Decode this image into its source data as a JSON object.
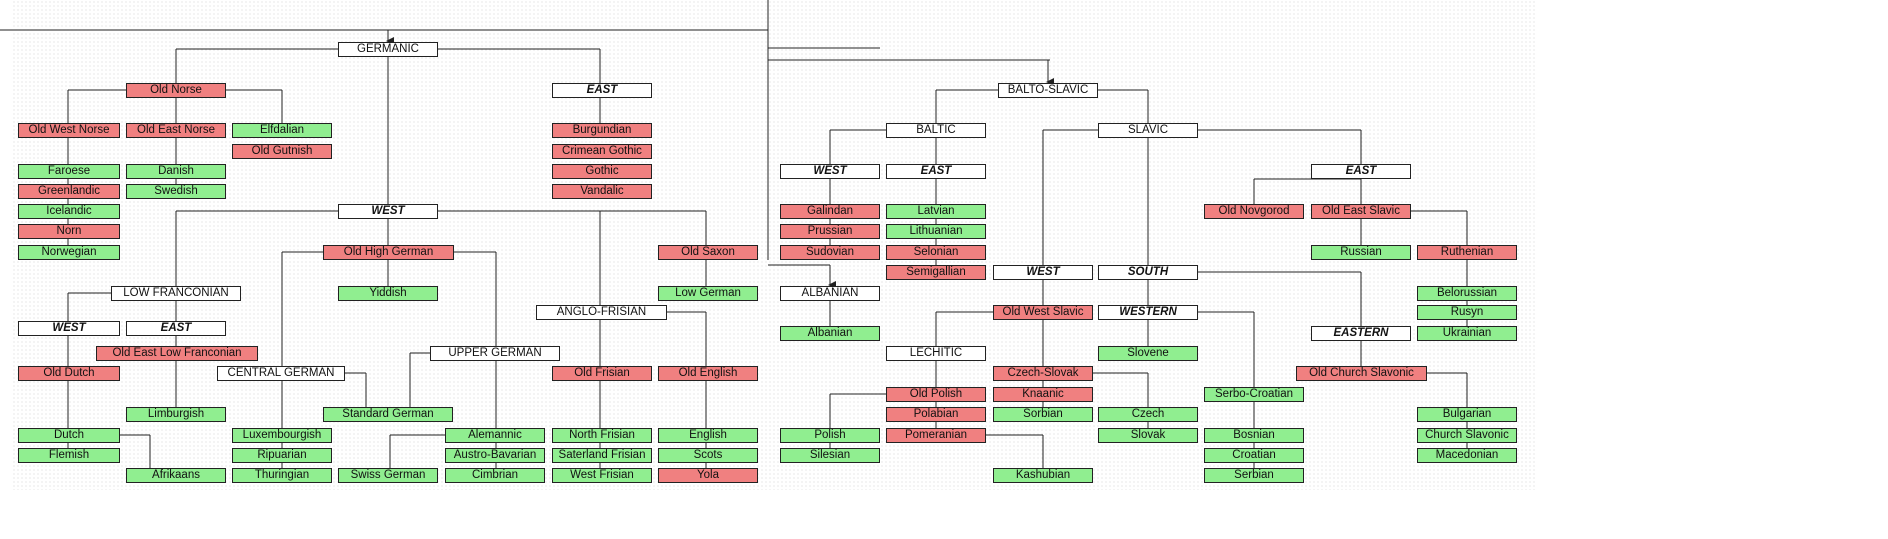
{
  "colors": {
    "extinct": "#f08080",
    "living": "#90ee90",
    "group": "#ffffff",
    "line": "#222222"
  },
  "nodes": {
    "germanic": "GERMANIC",
    "old_norse": "Old Norse",
    "old_west_norse": "Old West Norse",
    "old_east_norse": "Old East Norse",
    "elfdalian": "Elfdalian",
    "old_gutnish": "Old Gutnish",
    "faroese": "Faroese",
    "greenlandic": "Greenlandic",
    "icelandic": "Icelandic",
    "norn": "Norn",
    "norwegian": "Norwegian",
    "danish": "Danish",
    "swedish": "Swedish",
    "east_germanic": "EAST",
    "burgundian": "Burgundian",
    "crimean_gothic": "Crimean Gothic",
    "gothic": "Gothic",
    "vandalic": "Vandalic",
    "west_germanic": "WEST",
    "low_franconian": "LOW FRANCONIAN",
    "lf_west": "WEST",
    "lf_east": "EAST",
    "old_east_low_franconian": "Old East Low Franconian",
    "old_dutch": "Old Dutch",
    "limburgish": "Limburgish",
    "dutch": "Dutch",
    "flemish": "Flemish",
    "afrikaans": "Afrikaans",
    "old_high_german": "Old High German",
    "yiddish": "Yiddish",
    "central_german": "CENTRAL GERMAN",
    "upper_german": "UPPER GERMAN",
    "standard_german": "Standard German",
    "luxembourgish": "Luxembourgish",
    "ripuarian": "Ripuarian",
    "thuringian": "Thuringian",
    "alemannic": "Alemannic",
    "austro_bavarian": "Austro-Bavarian",
    "cimbrian": "Cimbrian",
    "swiss_german": "Swiss German",
    "anglo_frisian": "ANGLO-FRISIAN",
    "old_frisian": "Old Frisian",
    "old_english": "Old English",
    "north_frisian": "North Frisian",
    "saterland_frisian": "Saterland Frisian",
    "west_frisian": "West Frisian",
    "english": "English",
    "scots": "Scots",
    "yola": "Yola",
    "old_saxon": "Old Saxon",
    "low_german": "Low German",
    "albanian_group": "ALBANIAN",
    "albanian": "Albanian",
    "balto_slavic": "BALTO-SLAVIC",
    "baltic": "BALTIC",
    "baltic_west": "WEST",
    "baltic_east": "EAST",
    "galindan": "Galindan",
    "prussian": "Prussian",
    "sudovian": "Sudovian",
    "latvian": "Latvian",
    "lithuanian": "Lithuanian",
    "selonian": "Selonian",
    "semigallian": "Semigallian",
    "slavic": "SLAVIC",
    "slavic_west": "WEST",
    "slavic_south": "SOUTH",
    "slavic_east": "EAST",
    "old_west_slavic": "Old West Slavic",
    "lechitic": "LECHITIC",
    "old_polish": "Old Polish",
    "polabian": "Polabian",
    "pomeranian": "Pomeranian",
    "polish": "Polish",
    "silesian": "Silesian",
    "kashubian": "Kashubian",
    "czech_slovak": "Czech-Slovak",
    "knaanic": "Knaanic",
    "sorbian": "Sorbian",
    "czech": "Czech",
    "slovak": "Slovak",
    "western": "WESTERN",
    "slovene": "Slovene",
    "serbo_croatian": "Serbo-Croatian",
    "bosnian": "Bosnian",
    "croatian": "Croatian",
    "serbian": "Serbian",
    "eastern": "EASTERN",
    "old_church_slavonic": "Old Church Slavonic",
    "bulgarian": "Bulgarian",
    "church_slavonic": "Church Slavonic",
    "macedonian": "Macedonian",
    "old_novgorod": "Old Novgorod",
    "old_east_slavic": "Old East Slavic",
    "russian": "Russian",
    "ruthenian": "Ruthenian",
    "belorussian": "Belorussian",
    "rusyn": "Rusyn",
    "ukrainian": "Ukrainian"
  }
}
